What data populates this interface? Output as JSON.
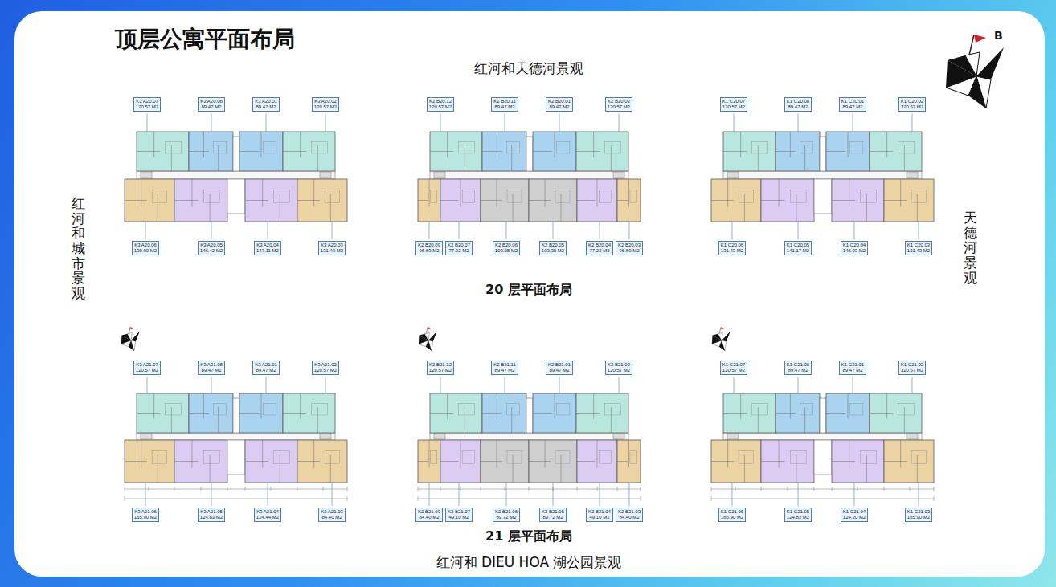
{
  "diagram": {
    "title": "顶层公寓平面布局",
    "nodes": [
      {
        "text": [
          "K3 A20.07",
          "120.57 M2"
        ]
      },
      {
        "text": [
          "K3 A20.08",
          "89.47 M2"
        ]
      },
      {
        "text": [
          "K3 A20.01",
          "89.47 M2"
        ]
      },
      {
        "text": [
          "K3 A20.02",
          "120.57 M2"
        ]
      },
      {
        "text": [
          "K3 A20.06",
          "139.90 M2"
        ]
      },
      {
        "text": [
          "K3 A20.05",
          "146.42 M2"
        ]
      },
      {
        "text": [
          "K3 A20.04",
          "147.11 M2"
        ]
      },
      {
        "text": [
          "K3 A20.03",
          "131.43 M2"
        ]
      },
      {
        "text": [
          "K2 B20.12",
          "120.57 M2"
        ]
      },
      {
        "text": [
          "K2 B20.11",
          "89.47 M2"
        ]
      },
      {
        "text": [
          "K2 B20.01",
          "89.47 M2"
        ]
      },
      {
        "text": [
          "K2 B20.02",
          "120.57 M2"
        ]
      },
      {
        "text": [
          "K2 B20.09",
          "96.69 M2"
        ]
      },
      {
        "text": [
          "K2 B20.07",
          "77.22 M2"
        ]
      },
      {
        "text": [
          "K2 B20.06",
          "103.38 M2"
        ]
      },
      {
        "text": [
          "K2 B20.05",
          "103.38 M2"
        ]
      },
      {
        "text": [
          "K2 B20.04",
          "77.22 M2"
        ]
      },
      {
        "text": [
          "K2 B20.03",
          "96.69 M2"
        ]
      },
      {
        "text": [
          "K1 C20.07",
          "120.57 M2"
        ]
      },
      {
        "text": [
          "K1 C20.08",
          "89.47 M2"
        ]
      },
      {
        "text": [
          "K1 C20.01",
          "89.47 M2"
        ]
      },
      {
        "text": [
          "K1 C20.02",
          "120.57 M2"
        ]
      },
      {
        "text": [
          "K1 C20.06",
          "131.43 M2"
        ]
      },
      {
        "text": [
          "K1 C20.05",
          "141.17 M2"
        ]
      },
      {
        "text": [
          "K1 C20.04",
          "146.93 M2"
        ]
      },
      {
        "text": [
          "K1 C20.03",
          "131.43 M2"
        ]
      },
      {
        "text": [
          "K3 A21.07",
          "120.57 M2"
        ]
      },
      {
        "text": [
          "K3 A21.08",
          "89.47 M2"
        ]
      },
      {
        "text": [
          "K3 A21.01",
          "89.47 M2"
        ]
      },
      {
        "text": [
          "K3 A21.02",
          "120.57 M2"
        ]
      },
      {
        "text": [
          "K3 A21.06",
          "165.90 M2"
        ]
      },
      {
        "text": [
          "K3 A21.05",
          "124.83 M2"
        ]
      },
      {
        "text": [
          "K3 A21.04",
          "124.44 M2"
        ]
      },
      {
        "text": [
          "K3 A21.03",
          "84.40 M2"
        ]
      },
      {
        "text": [
          "K2 B21.12",
          "120.57 M2"
        ]
      },
      {
        "text": [
          "K2 B21.11",
          "89.47 M2"
        ]
      },
      {
        "text": [
          "K2 B21.01",
          "89.47 M2"
        ]
      },
      {
        "text": [
          "K2 B21.02",
          "120.57 M2"
        ]
      },
      {
        "text": [
          "K2 B21.09",
          "84.40 M2"
        ]
      },
      {
        "text": [
          "K2 B21.07",
          "49.10 M2"
        ]
      },
      {
        "text": [
          "K2 B21.06",
          "89.72 M2"
        ]
      },
      {
        "text": [
          "K2 B21.05",
          "89.72 M2"
        ]
      },
      {
        "text": [
          "K2 B21.04",
          "49.10 M2"
        ]
      },
      {
        "text": [
          "K2 B21.03",
          "84.40 M2"
        ]
      },
      {
        "text": [
          "K1 C21.07",
          "120.57 M2"
        ]
      },
      {
        "text": [
          "K1 C21.08",
          "89.47 M2"
        ]
      },
      {
        "text": [
          "K1 C21.01",
          "89.47 M2"
        ]
      },
      {
        "text": [
          "K1 C21.02",
          "120.57 M2"
        ]
      },
      {
        "text": [
          "K1 C21.06",
          "166.90 M2"
        ]
      },
      {
        "text": [
          "K1 C21.05",
          "124.83 M2"
        ]
      },
      {
        "text": [
          "K1 C21.04",
          "124.20 M2"
        ]
      },
      {
        "text": [
          "K1 C21.03",
          "165.90 M2"
        ]
      }
    ],
    "labels": [
      "红河和天德河景观",
      "20 层平面布局",
      "21 层平面布局",
      "红河和 DIEU HOA 湖公园景观",
      "红河和城市景观",
      "天德河景观",
      "B"
    ]
  }
}
